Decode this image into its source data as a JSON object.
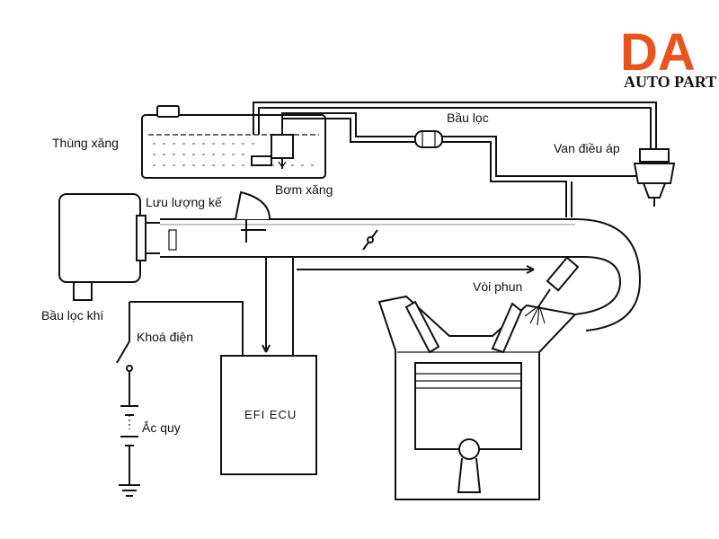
{
  "logo": {
    "mark": "DA",
    "subtitle": "AUTO PART",
    "brand_color": "#E8531E"
  },
  "labels": {
    "fuel_tank": "Thùng xăng",
    "fuel_filter": "Bầu lọc",
    "pressure_regulator": "Van điều áp",
    "fuel_pump": "Bơm xăng",
    "air_flow_meter": "Lưu lượng kế",
    "air_filter": "Bầu lọc khí",
    "ignition_switch": "Khoá điện",
    "battery": "Ắc quy",
    "injector": "Vòi phun",
    "ecu": "EFI ECU"
  },
  "icons": {
    "ground": "ground-symbol-icon",
    "battery": "battery-symbol-icon",
    "switch": "switch-symbol-icon"
  }
}
